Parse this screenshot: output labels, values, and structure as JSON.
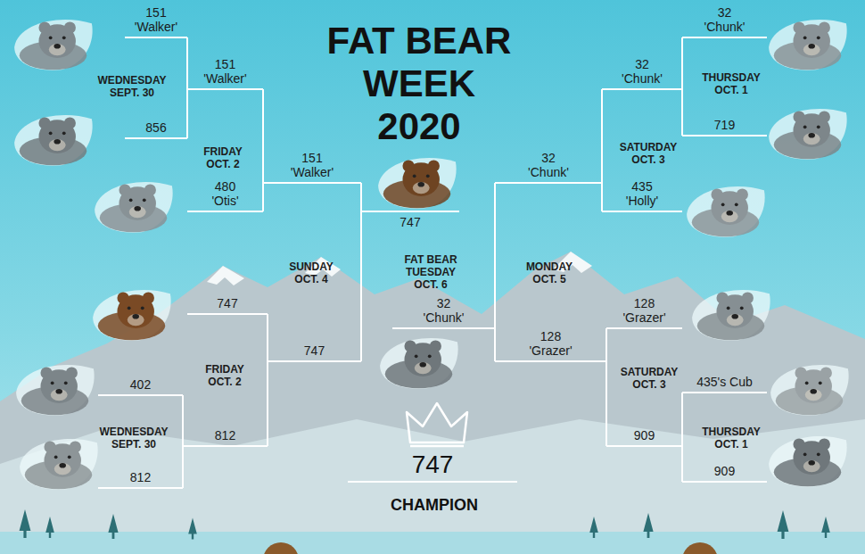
{
  "diagram": {
    "title": "FAT BEAR WEEK 2020",
    "nodes": [
      {
        "text": [
          "151",
          "'Walker'"
        ]
      },
      {
        "text": [
          "856"
        ]
      },
      {
        "text": [
          "151",
          "'Walker'"
        ]
      },
      {
        "text": [
          "480",
          "'Otis'"
        ]
      },
      {
        "text": [
          "151",
          "'Walker'"
        ]
      },
      {
        "text": [
          "747"
        ]
      },
      {
        "text": [
          "402"
        ]
      },
      {
        "text": [
          "812"
        ]
      },
      {
        "text": [
          "812"
        ]
      },
      {
        "text": [
          "747"
        ]
      },
      {
        "text": [
          "747"
        ]
      },
      {
        "text": [
          "32",
          "'Chunk'"
        ]
      },
      {
        "text": [
          "32",
          "'Chunk'"
        ]
      },
      {
        "text": [
          "719"
        ]
      },
      {
        "text": [
          "32",
          "'Chunk'"
        ]
      },
      {
        "text": [
          "435",
          "'Holly'"
        ]
      },
      {
        "text": [
          "32",
          "'Chunk'"
        ]
      },
      {
        "text": [
          "128",
          "'Grazer'"
        ]
      },
      {
        "text": [
          "435's Cub"
        ]
      },
      {
        "text": [
          "909"
        ]
      },
      {
        "text": [
          "909"
        ]
      },
      {
        "text": [
          "128",
          "'Grazer'"
        ]
      },
      {
        "text": [
          "747"
        ]
      }
    ],
    "edges": [
      {
        "from": 0,
        "to": 2,
        "arrow": "none"
      },
      {
        "from": 1,
        "to": 2,
        "arrow": "none"
      },
      {
        "from": 2,
        "to": 4,
        "arrow": "none"
      },
      {
        "from": 3,
        "to": 4,
        "arrow": "none"
      },
      {
        "from": 6,
        "to": 8,
        "arrow": "none"
      },
      {
        "from": 7,
        "to": 8,
        "arrow": "none"
      },
      {
        "from": 5,
        "to": 9,
        "arrow": "none"
      },
      {
        "from": 8,
        "to": 9,
        "arrow": "none"
      },
      {
        "from": 4,
        "to": 10,
        "arrow": "none"
      },
      {
        "from": 9,
        "to": 10,
        "arrow": "none"
      },
      {
        "from": 12,
        "to": 14,
        "arrow": "none"
      },
      {
        "from": 13,
        "to": 14,
        "arrow": "none"
      },
      {
        "from": 14,
        "to": 16,
        "arrow": "none"
      },
      {
        "from": 15,
        "to": 16,
        "arrow": "none"
      },
      {
        "from": 18,
        "to": 20,
        "arrow": "none"
      },
      {
        "from": 19,
        "to": 20,
        "arrow": "none"
      },
      {
        "from": 17,
        "to": 21,
        "arrow": "none"
      },
      {
        "from": 20,
        "to": 21,
        "arrow": "none"
      },
      {
        "from": 16,
        "to": 11,
        "arrow": "none"
      },
      {
        "from": 21,
        "to": 11,
        "arrow": "none"
      }
    ],
    "labels": [
      "WEDNESDAY SEPT. 30",
      "FRIDAY OCT. 2",
      "SUNDAY OCT. 4",
      "FRIDAY OCT. 2",
      "WEDNESDAY SEPT. 30",
      "FAT BEAR TUESDAY OCT. 6",
      "THURSDAY OCT. 1",
      "SATURDAY OCT. 3",
      "MONDAY OCT. 5",
      "SATURDAY OCT. 3",
      "THURSDAY OCT. 1",
      "CHAMPION"
    ]
  }
}
